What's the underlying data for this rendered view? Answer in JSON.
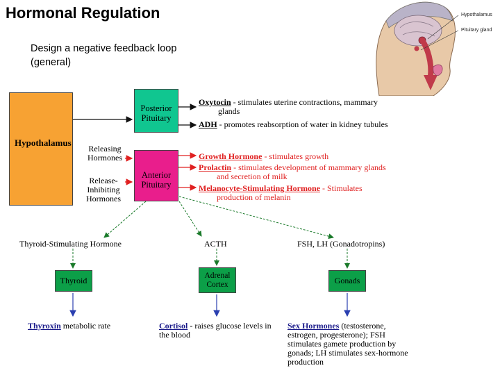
{
  "title": "Hormonal Regulation",
  "subtitle": "Design a negative feedback loop (general)",
  "illustration": {
    "hypothalamus_label": "Hypothalamus",
    "pituitary_label": "Pituitary gland"
  },
  "boxes": {
    "hypothalamus": "Hypothalamus",
    "posterior_pituitary": "Posterior Pituitary",
    "anterior_pituitary": "Anterior Pituitary",
    "thyroid": "Thyroid",
    "adrenal_cortex": "Adrenal Cortex",
    "gonads": "Gonads"
  },
  "releasing": {
    "releasing_hormones": "Releasing Hormones",
    "inhibiting_hormones": "Release-Inhibiting Hormones"
  },
  "posterior_outputs": [
    {
      "name": "Oxytocin",
      "desc": " - stimulates uterine contractions, mammary",
      "desc2": "glands"
    },
    {
      "name": "ADH",
      "desc": " - promotes reabsorption of water in kidney tubules"
    }
  ],
  "anterior_outputs": [
    {
      "name": "Growth Hormone",
      "desc": " - stimulates growth"
    },
    {
      "name": "Prolactin",
      "desc": " - stimulates development of mammary glands",
      "desc2": "and secretion of milk"
    },
    {
      "name": "Melanocyte-Stimulating Hormone",
      "desc": " - Stimulates",
      "desc2": "production of melanin"
    }
  ],
  "tropic": {
    "tsh": "Thyroid-Stimulating Hormone",
    "acth": "ACTH",
    "gonadotropins": "FSH, LH (Gonadotropins)"
  },
  "effects": {
    "thyroxin_name": "Thyroxin",
    "thyroxin_desc": " metabolic rate",
    "cortisol_name": "Cortisol",
    "cortisol_desc": " - raises glucose levels in the blood",
    "sex_name": "Sex Hormones",
    "sex_desc": " (testosterone, estrogen, progesterone); FSH stimulates gamete production by gonads; LH stimulates sex-hormone production"
  },
  "colors": {
    "hypothalamus": "#f7a233",
    "posterior": "#10c690",
    "anterior": "#e91e8c",
    "gland": "#0c9f48",
    "red_text": "#e02020",
    "arrow_black": "#111111",
    "arrow_red": "#e02020",
    "arrow_green": "#1a7a2a",
    "arrow_blue": "#2a3fb0"
  }
}
